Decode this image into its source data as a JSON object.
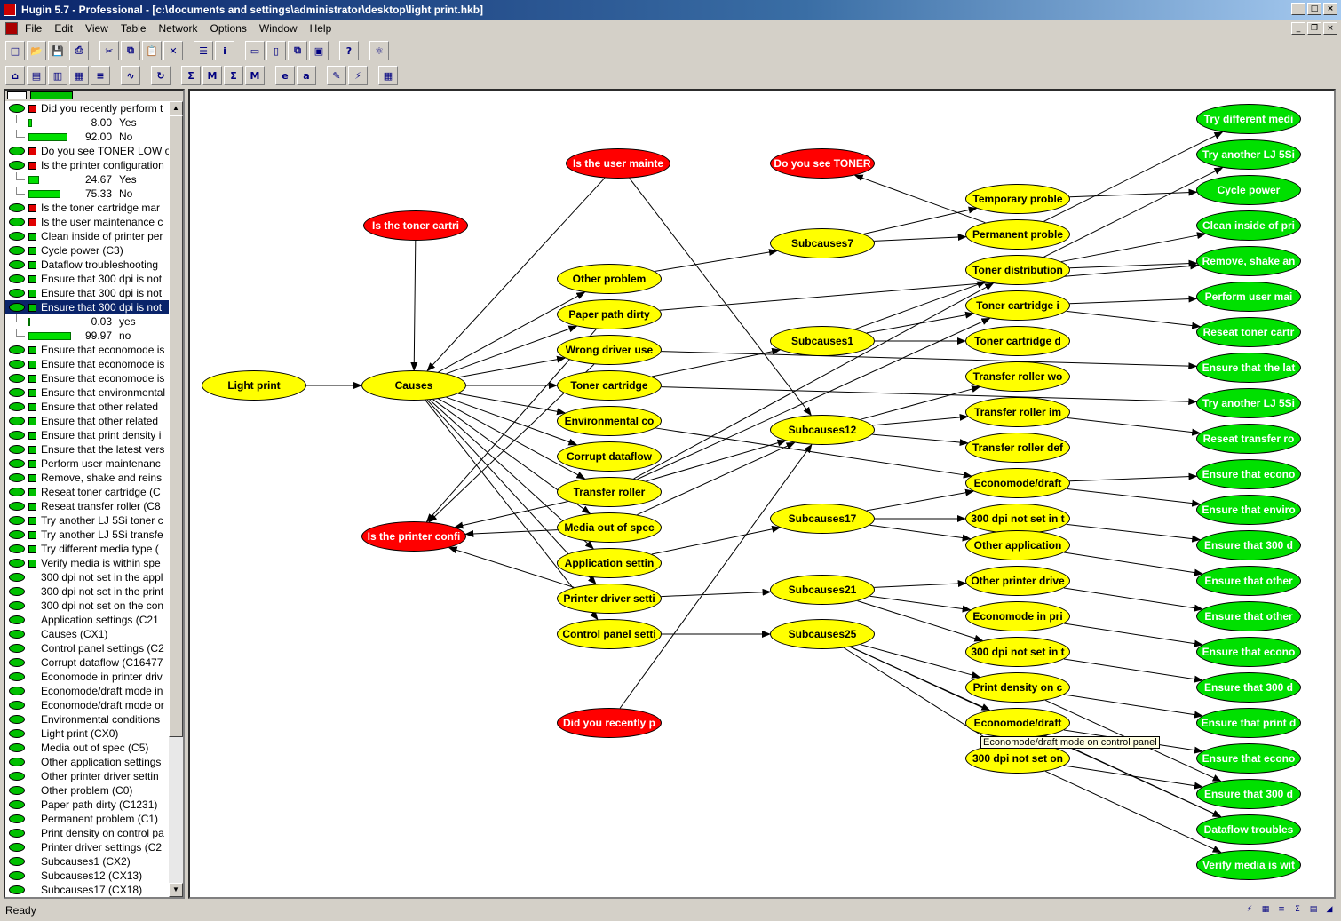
{
  "window": {
    "title": "Hugin 5.7 - Professional - [c:\\documents and settings\\administrator\\desktop\\light print.hkb]"
  },
  "menu": [
    "File",
    "Edit",
    "View",
    "Table",
    "Network",
    "Options",
    "Window",
    "Help"
  ],
  "toolbar1": [
    "new-icon",
    "open-icon",
    "save-icon",
    "print-icon",
    "|",
    "cut-icon",
    "copy-icon",
    "paste-icon",
    "delete-icon",
    "|",
    "properties-icon",
    "info-icon",
    "|",
    "layout1-icon",
    "layout2-icon",
    "layout3-icon",
    "layout4-icon",
    "|",
    "help-icon",
    "|",
    "network-icon"
  ],
  "toolbar2": [
    "tree-icon",
    "panel-icon",
    "states-icon",
    "bars-icon",
    "align-icon",
    "|",
    "graph-icon",
    "|",
    "refresh-icon",
    "|",
    "sum-icon",
    "max-icon",
    "sum-red-icon",
    "max-red-icon",
    "|",
    "em-icon",
    "a-icon",
    "|",
    "pencil-icon",
    "lightning-icon",
    "|",
    "table-icon"
  ],
  "tree": [
    {
      "type": "node",
      "sq": "red",
      "label": "Did you recently perform t"
    },
    {
      "type": "state",
      "val": "8.00",
      "name": "Yes",
      "p": 0.08
    },
    {
      "type": "state",
      "val": "92.00",
      "name": "No",
      "p": 0.92
    },
    {
      "type": "node",
      "sq": "red",
      "label": "Do you see TONER LOW o"
    },
    {
      "type": "node",
      "sq": "red",
      "label": "Is the printer configuration"
    },
    {
      "type": "state",
      "val": "24.67",
      "name": "Yes",
      "p": 0.2467
    },
    {
      "type": "state",
      "val": "75.33",
      "name": "No",
      "p": 0.7533
    },
    {
      "type": "node",
      "sq": "red",
      "label": "Is the toner cartridge mar"
    },
    {
      "type": "node",
      "sq": "red",
      "label": "Is the user maintenance c"
    },
    {
      "type": "node",
      "sq": "green",
      "label": "Clean inside of printer per"
    },
    {
      "type": "node",
      "sq": "green",
      "label": "Cycle power  (C3)"
    },
    {
      "type": "node",
      "sq": "green",
      "label": "Dataflow troubleshooting"
    },
    {
      "type": "node",
      "sq": "green",
      "label": "Ensure that 300 dpi is not"
    },
    {
      "type": "node",
      "sq": "green",
      "label": "Ensure that 300 dpi is not"
    },
    {
      "type": "node",
      "sq": "green",
      "label": "Ensure that 300 dpi is not",
      "selected": true
    },
    {
      "type": "state",
      "val": "0.03",
      "name": "yes",
      "p": 0.0003
    },
    {
      "type": "state",
      "val": "99.97",
      "name": "no",
      "p": 0.9997
    },
    {
      "type": "node",
      "sq": "green",
      "label": "Ensure that economode is"
    },
    {
      "type": "node",
      "sq": "green",
      "label": "Ensure that economode is"
    },
    {
      "type": "node",
      "sq": "green",
      "label": "Ensure that economode is"
    },
    {
      "type": "node",
      "sq": "green",
      "label": "Ensure that environmental"
    },
    {
      "type": "node",
      "sq": "green",
      "label": "Ensure that other related"
    },
    {
      "type": "node",
      "sq": "green",
      "label": "Ensure that other related"
    },
    {
      "type": "node",
      "sq": "green",
      "label": "Ensure that print density i"
    },
    {
      "type": "node",
      "sq": "green",
      "label": "Ensure that the latest vers"
    },
    {
      "type": "node",
      "sq": "green",
      "label": "Perform user maintenanc"
    },
    {
      "type": "node",
      "sq": "green",
      "label": "Remove, shake and reins"
    },
    {
      "type": "node",
      "sq": "green",
      "label": "Reseat toner cartridge  (C"
    },
    {
      "type": "node",
      "sq": "green",
      "label": "Reseat transfer roller  (C8"
    },
    {
      "type": "node",
      "sq": "green",
      "label": "Try another LJ 5Si toner c"
    },
    {
      "type": "node",
      "sq": "green",
      "label": "Try another LJ 5Si transfe"
    },
    {
      "type": "node",
      "sq": "green",
      "label": "Try different media type  ("
    },
    {
      "type": "node",
      "sq": "green",
      "label": "Verify media is within spe"
    },
    {
      "type": "node",
      "sq": "",
      "label": "300 dpi not set in the appl"
    },
    {
      "type": "node",
      "sq": "",
      "label": "300 dpi not set in the print"
    },
    {
      "type": "node",
      "sq": "",
      "label": "300 dpi not set on the con"
    },
    {
      "type": "node",
      "sq": "",
      "label": "Application settings  (C21"
    },
    {
      "type": "node",
      "sq": "",
      "label": "Causes  (CX1)"
    },
    {
      "type": "node",
      "sq": "",
      "label": "Control panel settings  (C2"
    },
    {
      "type": "node",
      "sq": "",
      "label": "Corrupt dataflow  (C16477"
    },
    {
      "type": "node",
      "sq": "",
      "label": "Economode in printer driv"
    },
    {
      "type": "node",
      "sq": "",
      "label": "Economode/draft mode in"
    },
    {
      "type": "node",
      "sq": "",
      "label": "Economode/draft mode or"
    },
    {
      "type": "node",
      "sq": "",
      "label": "Environmental conditions"
    },
    {
      "type": "node",
      "sq": "",
      "label": "Light print  (CX0)"
    },
    {
      "type": "node",
      "sq": "",
      "label": "Media out of spec  (C5)"
    },
    {
      "type": "node",
      "sq": "",
      "label": "Other application settings"
    },
    {
      "type": "node",
      "sq": "",
      "label": "Other printer driver settin"
    },
    {
      "type": "node",
      "sq": "",
      "label": "Other problem  (C0)"
    },
    {
      "type": "node",
      "sq": "",
      "label": "Paper path dirty  (C1231)"
    },
    {
      "type": "node",
      "sq": "",
      "label": "Permanent problem  (C1)"
    },
    {
      "type": "node",
      "sq": "",
      "label": "Print density on control pa"
    },
    {
      "type": "node",
      "sq": "",
      "label": "Printer driver settings  (C2"
    },
    {
      "type": "node",
      "sq": "",
      "label": "Subcauses1  (CX2)"
    },
    {
      "type": "node",
      "sq": "",
      "label": "Subcauses12  (CX13)"
    },
    {
      "type": "node",
      "sq": "",
      "label": "Subcauses17  (CX18)"
    }
  ],
  "nodes": {
    "light_print": {
      "label": "Light print",
      "color": "yellow"
    },
    "causes": {
      "label": "Causes",
      "color": "yellow"
    },
    "is_toner_cartri": {
      "label": "Is the toner cartri",
      "color": "red"
    },
    "is_user_mainte": {
      "label": "Is the user mainte",
      "color": "red"
    },
    "is_printer_confi": {
      "label": "Is the printer confi",
      "color": "red"
    },
    "do_you_see_toner": {
      "label": "Do you see TONER",
      "color": "red"
    },
    "did_you_recently": {
      "label": "Did you recently p",
      "color": "red"
    },
    "other_problem": {
      "label": "Other problem",
      "color": "yellow"
    },
    "paper_path": {
      "label": "Paper path dirty",
      "color": "yellow"
    },
    "wrong_driver": {
      "label": "Wrong driver use",
      "color": "yellow"
    },
    "toner_cartridge": {
      "label": "Toner cartridge",
      "color": "yellow"
    },
    "environmental": {
      "label": "Environmental co",
      "color": "yellow"
    },
    "corrupt_dataflow": {
      "label": "Corrupt dataflow",
      "color": "yellow"
    },
    "transfer_roller": {
      "label": "Transfer roller",
      "color": "yellow"
    },
    "media_out": {
      "label": "Media out of spec",
      "color": "yellow"
    },
    "application_settin": {
      "label": "Application settin",
      "color": "yellow"
    },
    "printer_driver_setti": {
      "label": "Printer driver setti",
      "color": "yellow"
    },
    "control_panel_setti": {
      "label": "Control panel setti",
      "color": "yellow"
    },
    "subcauses7": {
      "label": "Subcauses7",
      "color": "yellow"
    },
    "subcauses1": {
      "label": "Subcauses1",
      "color": "yellow"
    },
    "subcauses12": {
      "label": "Subcauses12",
      "color": "yellow"
    },
    "subcauses17": {
      "label": "Subcauses17",
      "color": "yellow"
    },
    "subcauses21": {
      "label": "Subcauses21",
      "color": "yellow"
    },
    "subcauses25": {
      "label": "Subcauses25",
      "color": "yellow"
    },
    "temporary_proble": {
      "label": "Temporary proble",
      "color": "yellow"
    },
    "permanent_proble": {
      "label": "Permanent proble",
      "color": "yellow"
    },
    "toner_distribution": {
      "label": "Toner distribution",
      "color": "yellow"
    },
    "toner_cartridge_i": {
      "label": "Toner cartridge i",
      "color": "yellow"
    },
    "toner_cartridge_d": {
      "label": "Toner cartridge d",
      "color": "yellow"
    },
    "transfer_roller_wo": {
      "label": "Transfer roller wo",
      "color": "yellow"
    },
    "transfer_roller_im": {
      "label": "Transfer roller im",
      "color": "yellow"
    },
    "transfer_roller_def": {
      "label": "Transfer roller def",
      "color": "yellow"
    },
    "economode_draft1": {
      "label": "Economode/draft",
      "color": "yellow"
    },
    "dpi300_not_set_t1": {
      "label": "300 dpi not set in t",
      "color": "yellow"
    },
    "other_application": {
      "label": "Other application",
      "color": "yellow"
    },
    "other_printer_drive": {
      "label": "Other printer drive",
      "color": "yellow"
    },
    "economode_in_pri": {
      "label": "Economode in pri",
      "color": "yellow"
    },
    "dpi300_not_set_t2": {
      "label": "300 dpi not set in t",
      "color": "yellow"
    },
    "print_density_on_c": {
      "label": "Print density on c",
      "color": "yellow"
    },
    "economode_draft2": {
      "label": "Economode/draft",
      "color": "yellow"
    },
    "dpi300_not_set_on": {
      "label": "300 dpi not set on",
      "color": "yellow"
    },
    "try_different_medi": {
      "label": "Try different medi",
      "color": "green"
    },
    "try_another_lj5si_1": {
      "label": "Try another LJ 5Si",
      "color": "green"
    },
    "cycle_power": {
      "label": "Cycle power",
      "color": "green"
    },
    "clean_inside": {
      "label": "Clean inside of pri",
      "color": "green"
    },
    "remove_shake": {
      "label": "Remove, shake an",
      "color": "green"
    },
    "perform_user_mai": {
      "label": "Perform user mai",
      "color": "green"
    },
    "reseat_toner": {
      "label": "Reseat toner cartr",
      "color": "green"
    },
    "ensure_latest": {
      "label": "Ensure that the lat",
      "color": "green"
    },
    "try_another_lj5si_2": {
      "label": "Try another LJ 5Si",
      "color": "green"
    },
    "reseat_transfer": {
      "label": "Reseat transfer ro",
      "color": "green"
    },
    "ensure_econo1": {
      "label": "Ensure that econo",
      "color": "green"
    },
    "ensure_enviro": {
      "label": "Ensure that enviro",
      "color": "green"
    },
    "ensure_300d_1": {
      "label": "Ensure that 300 d",
      "color": "green"
    },
    "ensure_other1": {
      "label": "Ensure that other",
      "color": "green"
    },
    "ensure_other2": {
      "label": "Ensure that other",
      "color": "green"
    },
    "ensure_econo2": {
      "label": "Ensure that econo",
      "color": "green"
    },
    "ensure_300d_2": {
      "label": "Ensure that 300 d",
      "color": "green"
    },
    "ensure_print_d": {
      "label": "Ensure that print d",
      "color": "green"
    },
    "ensure_econo3": {
      "label": "Ensure that econo",
      "color": "green"
    },
    "ensure_300d_3": {
      "label": "Ensure that 300 d",
      "color": "green"
    },
    "dataflow_troubles": {
      "label": "Dataflow troubles",
      "color": "green"
    },
    "verify_media": {
      "label": "Verify media is wit",
      "color": "green"
    }
  },
  "tooltip": "Economode/draft mode on control panel",
  "status": {
    "text": "Ready"
  },
  "colors": {
    "red_node": "#ff0000",
    "yellow_node": "#ffff00",
    "green_node": "#00e000",
    "title_bar": "#0a246a"
  }
}
